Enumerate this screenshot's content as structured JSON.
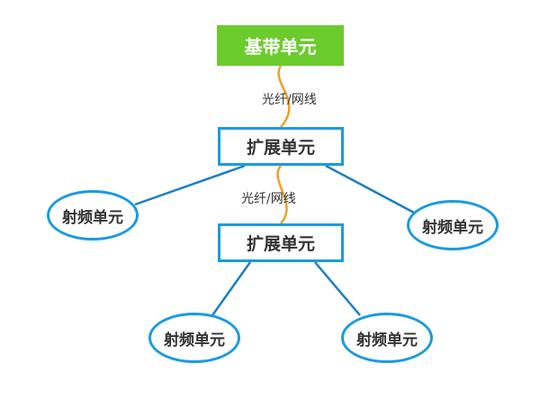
{
  "nodes": {
    "bbu": "基带单元",
    "extension_1": "扩展单元",
    "extension_2": "扩展单元",
    "rf_1": "射频单元",
    "rf_2": "射频单元",
    "rf_3": "射频单元",
    "rf_4": "射频单元"
  },
  "links": {
    "fiber_label_1": "光纤/网线",
    "fiber_label_2": "光纤/网线"
  },
  "colors": {
    "bbu_fill": "#6ccb2d",
    "box_border": "#1a9be0",
    "fiber_line": "#f0a020",
    "rf_line": "#1a7fc6",
    "text": "#333333"
  }
}
